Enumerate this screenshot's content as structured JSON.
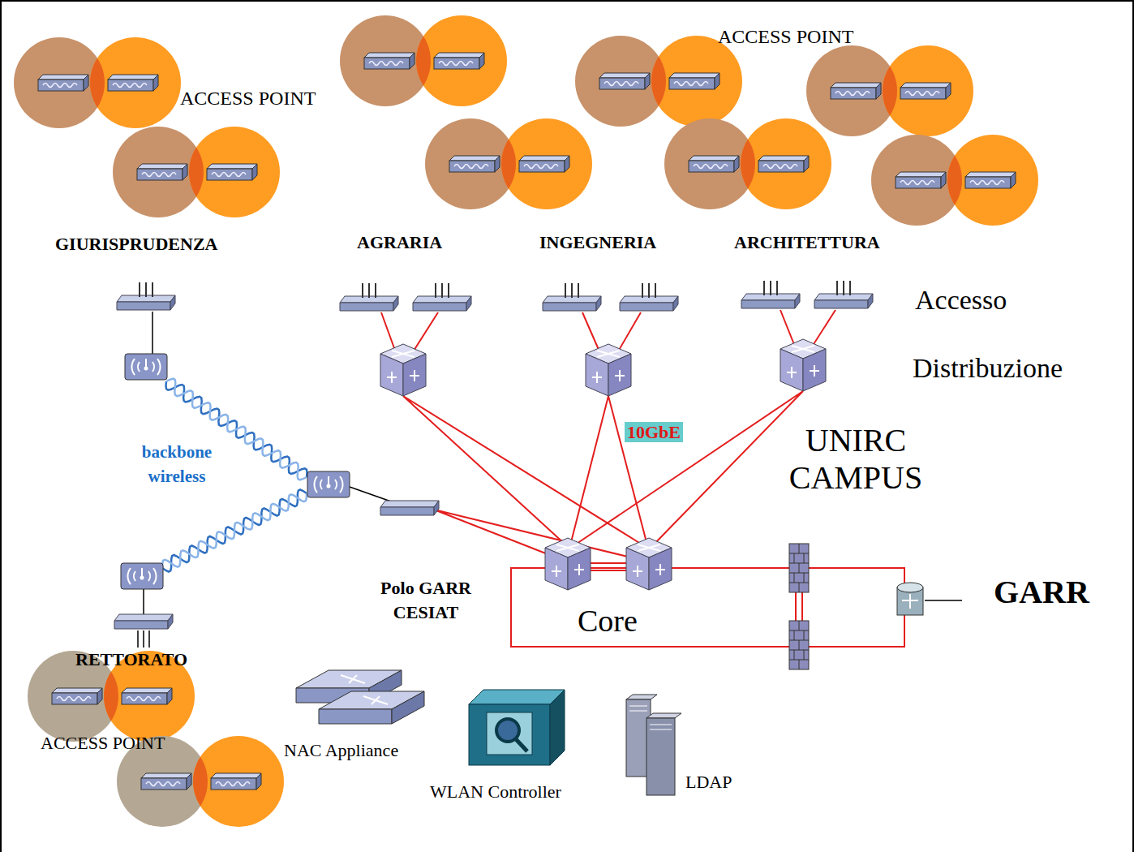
{
  "diagram": {
    "nodes": [
      {
        "text": [
          "ACCESS POINT",
          "GIURISPRUDENZA"
        ]
      },
      {
        "text": [
          "ACCESS POINT",
          "UNIRC CAMPUS"
        ]
      },
      {
        "text": [
          "Accesso"
        ],
        "in": 1
      },
      {
        "text": [
          "Distribuzione"
        ],
        "in": 1
      },
      {
        "text": [
          "Polo GARR CESIAT",
          "Core"
        ],
        "in": 1
      },
      {
        "text": [
          "RETTORATO",
          "ACCESS POINT"
        ]
      },
      {
        "text": [
          "GARR"
        ]
      }
    ],
    "labels": [
      "AGRARIA",
      "INGEGNERIA",
      "ARCHITETTURA",
      "10GbE",
      "backbone wireless",
      "NAC Appliance",
      "WLAN Controller",
      "LDAP"
    ]
  }
}
